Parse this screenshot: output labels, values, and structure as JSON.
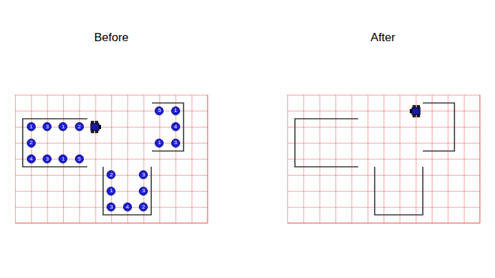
{
  "diagram": {
    "nodes": [
      {
        "text": [
          "5"
        ]
      },
      {
        "text": [
          "1"
        ]
      },
      {
        "text": [
          "1"
        ]
      },
      {
        "text": [
          "3"
        ]
      },
      {
        "text": [
          "1"
        ]
      },
      {
        "text": [
          "2"
        ]
      },
      {
        "text": [
          "4"
        ]
      },
      {
        "text": [
          "2"
        ]
      },
      {
        "text": [
          "1"
        ]
      },
      {
        "text": [
          "3"
        ]
      },
      {
        "text": [
          "4"
        ]
      },
      {
        "text": [
          "3"
        ]
      },
      {
        "text": [
          "1"
        ]
      },
      {
        "text": [
          "5"
        ]
      },
      {
        "text": [
          "2"
        ]
      },
      {
        "text": [
          "3"
        ]
      },
      {
        "text": [
          "1"
        ]
      },
      {
        "text": [
          "3"
        ]
      },
      {
        "text": [
          "3"
        ]
      },
      {
        "text": [
          "4"
        ]
      },
      {
        "text": [
          "2"
        ]
      }
    ],
    "labels": [
      "Before",
      "After"
    ]
  }
}
